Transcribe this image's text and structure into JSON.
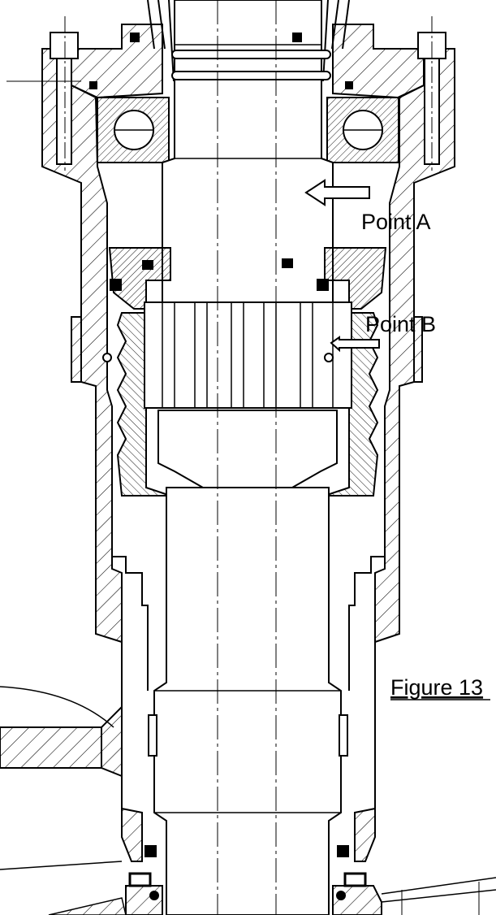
{
  "labels": {
    "point_a": "Point A",
    "point_b": "Point B",
    "figure_caption": "Figure 13"
  },
  "colors": {
    "line": "#000000",
    "background": "#ffffff"
  }
}
